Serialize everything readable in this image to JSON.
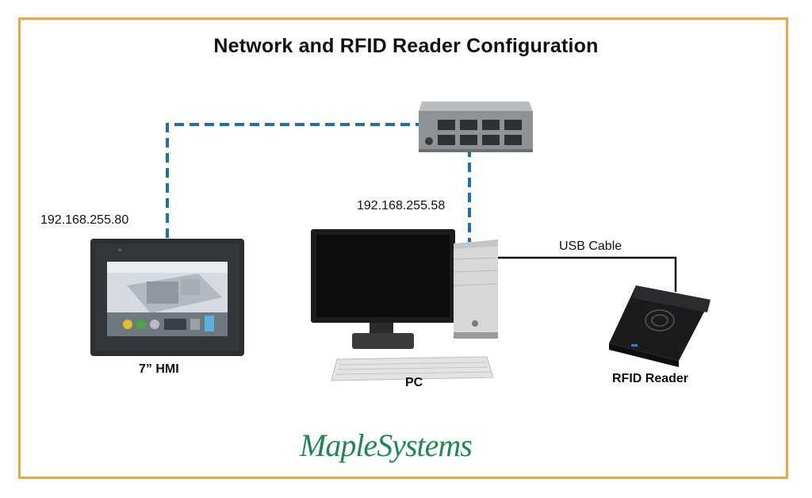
{
  "title": "Network and RFID Reader Configuration",
  "hmi": {
    "ip": "192.168.255.80",
    "label": "7” HMI"
  },
  "pc": {
    "ip": "192.168.255.58",
    "label": "PC"
  },
  "usb": {
    "label": "USB Cable"
  },
  "rfid": {
    "label": "RFID Reader"
  },
  "brand": {
    "name": "MapleSystems"
  },
  "colors": {
    "frame": "#f0a640",
    "ethernet": "#1f6fb0",
    "usb": "#111111",
    "brand": "#1e8a52"
  }
}
